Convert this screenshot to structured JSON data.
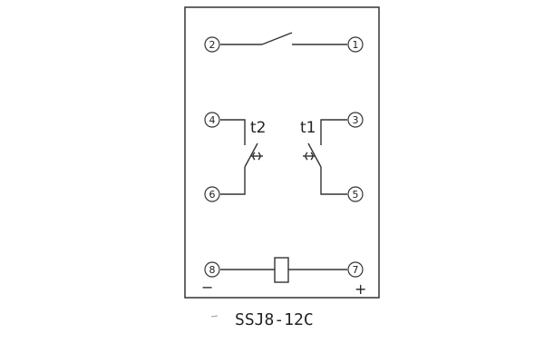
{
  "terminals": [
    {
      "id": "2",
      "label": "②"
    },
    {
      "id": "1",
      "label": "①"
    },
    {
      "id": "4",
      "label": "④"
    },
    {
      "id": "3",
      "label": "③"
    },
    {
      "id": "6",
      "label": "⑥"
    },
    {
      "id": "5",
      "label": "⑤"
    },
    {
      "id": "8",
      "label": "⑧"
    },
    {
      "id": "7",
      "label": "⑦"
    }
  ],
  "contacts": {
    "t2": "t2",
    "t1": "t1"
  },
  "polarity": {
    "minus": "−",
    "plus": "+"
  },
  "model": "SSJ8-12C",
  "colors": {
    "line": "#333333",
    "text": "#222222",
    "background": "#ffffff"
  }
}
